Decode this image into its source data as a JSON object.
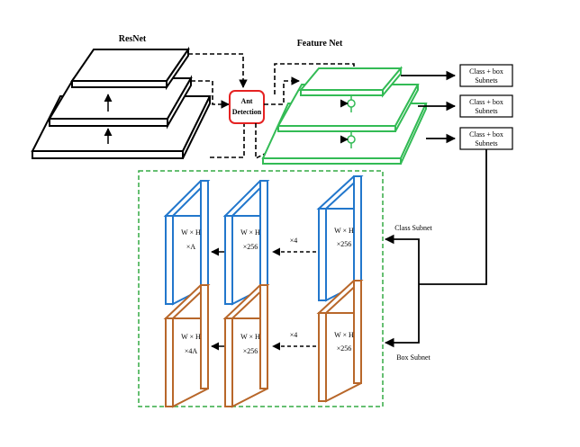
{
  "titles": {
    "resnet": "ResNet",
    "feature_net": "Feature Net"
  },
  "ant_detection": {
    "line1": "Ant",
    "line2": "Detection"
  },
  "subnet_boxes": [
    {
      "line1": "Class + box",
      "line2": "Subnets"
    },
    {
      "line1": "Class + box",
      "line2": "Subnets"
    },
    {
      "line1": "Class + box",
      "line2": "Subnets"
    }
  ],
  "class_row": {
    "blocks": [
      {
        "line1": "W × H",
        "line2": "×A"
      },
      {
        "line1": "W × H",
        "line2": "×256"
      },
      {
        "line1": "W × H",
        "line2": "×256"
      }
    ],
    "repeat": "×4",
    "label": "Class Subnet"
  },
  "box_row": {
    "blocks": [
      {
        "line1": "W × H",
        "line2": "×4A"
      },
      {
        "line1": "W × H",
        "line2": "×256"
      },
      {
        "line1": "W × H",
        "line2": "×256"
      }
    ],
    "repeat": "×4",
    "label": "Box Subnet"
  },
  "colors": {
    "resnet": "#000000",
    "feature": "#33bb55",
    "ant_border": "#e52222",
    "class_blue": "#2277cc",
    "box_brown": "#b8672a",
    "dashed_frame": "#33aa44"
  }
}
